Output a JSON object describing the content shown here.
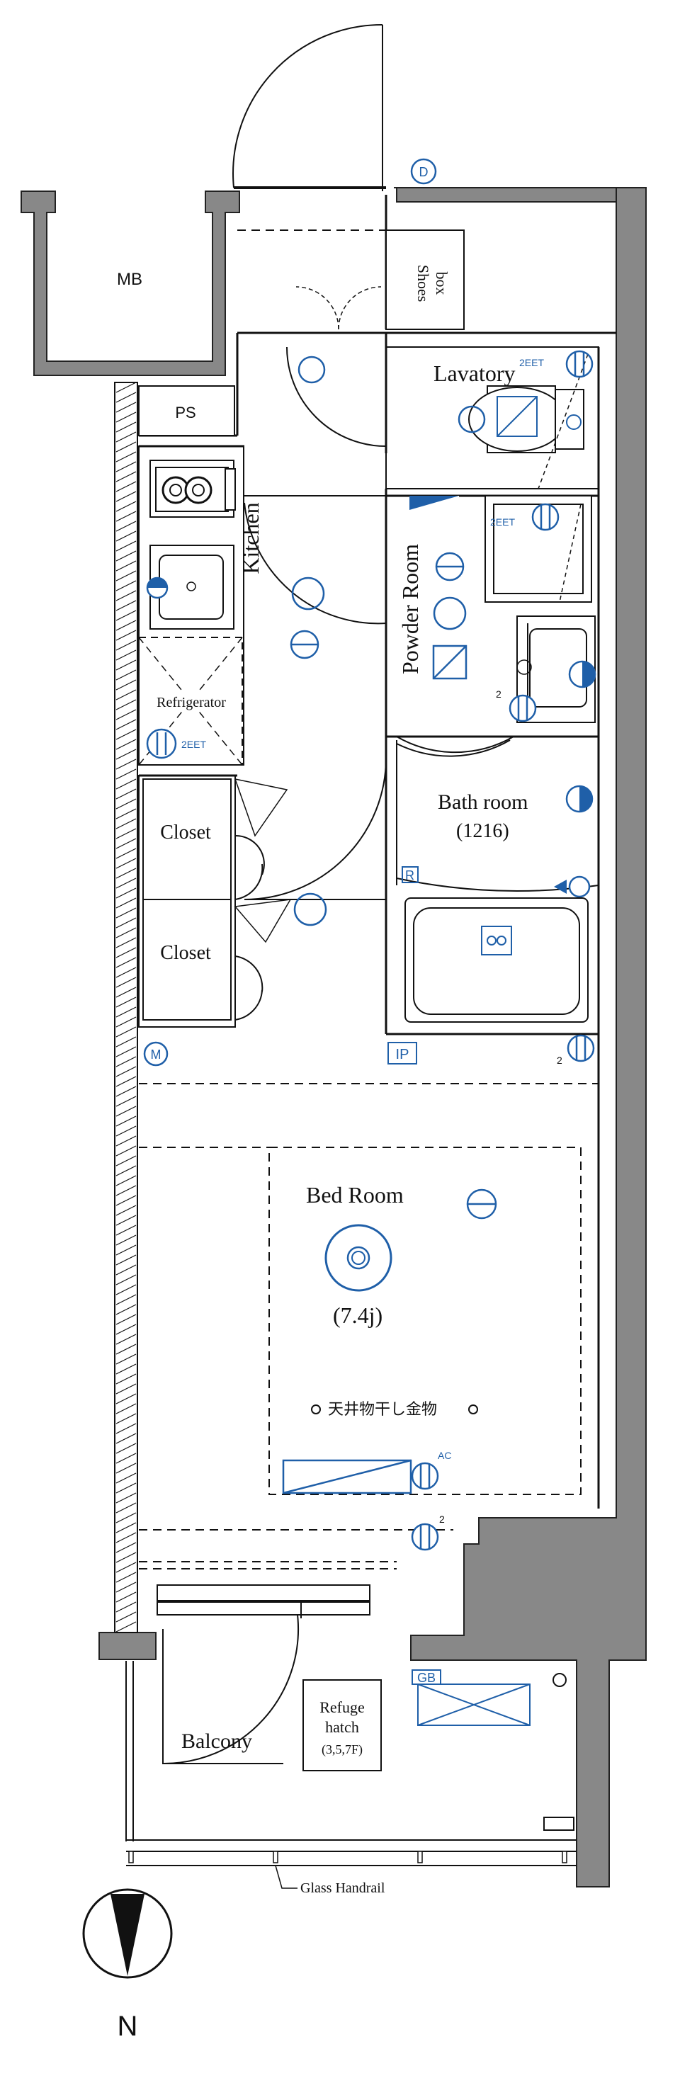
{
  "rooms": {
    "mb": "MB",
    "ps": "PS",
    "shoes_box_line1": "Shoes",
    "shoes_box_line2": "box",
    "lavatory": "Lavatory",
    "kitchen": "Kitchen",
    "powder_room": "Powder Room",
    "refrigerator": "Refrigerator",
    "bath_room": "Bath room",
    "bath_size": "(1216)",
    "closet_1": "Closet",
    "closet_2": "Closet",
    "bed_room": "Bed Room",
    "bed_size": "(7.4j)",
    "ceiling_drying": "天井物干し金物",
    "balcony": "Balcony",
    "refuge_line1": "Refuge",
    "refuge_line2": "hatch",
    "refuge_line3": "(3,5,7F)",
    "glass_handrail": "Glass Handrail"
  },
  "symbols": {
    "d_mark": "D",
    "m_mark": "M",
    "ip_mark": "IP",
    "r_mark": "R",
    "gb_mark": "GB",
    "ac_mark": "AC",
    "eet_1": "2EET",
    "eet_2": "2EET",
    "eet_3": "2EET",
    "two_1": "2",
    "two_2": "2",
    "two_3": "2",
    "north": "N"
  },
  "colors": {
    "wall": "#888888",
    "line": "#111111",
    "electrical": "#1f5fa8"
  }
}
